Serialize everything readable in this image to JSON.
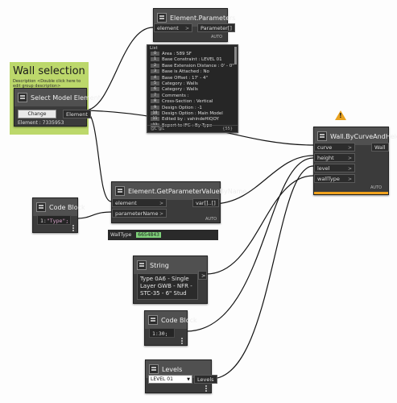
{
  "group": {
    "title": "Wall selection",
    "description": "Description <Double click here to edit group description>"
  },
  "nodes": {
    "select_model_element": {
      "title": "Select Model Element",
      "change_button": "Change",
      "output": "Element",
      "selection": "Element : 7335953"
    },
    "element_parameters": {
      "title": "Element.Parameters",
      "input": "element",
      "output": "Parameter[]",
      "lacing": "AUTO",
      "preview": {
        "header": "List",
        "items": [
          {
            "index": "0",
            "text": "Area : 589 SF"
          },
          {
            "index": "1",
            "text": "Base Constraint : LEVEL 01"
          },
          {
            "index": "2",
            "text": "Base Extension Distance : 0' - 0\""
          },
          {
            "index": "3",
            "text": "Base is Attached : No"
          },
          {
            "index": "4",
            "text": "Base Offset : 17' - 4\""
          },
          {
            "index": "5",
            "text": "Category : Walls"
          },
          {
            "index": "6",
            "text": "Category : Walls"
          },
          {
            "index": "7",
            "text": "Comments :"
          },
          {
            "index": "8",
            "text": "Cross-Section : Vertical"
          },
          {
            "index": "9",
            "text": "Design Option : -1"
          },
          {
            "index": "10",
            "text": "Design Option : Main Model"
          },
          {
            "index": "11",
            "text": "Edited by : vahindeHIQOY"
          },
          {
            "index": "12",
            "text": "Export to IFC : By Type"
          }
        ],
        "footer_left": "@L @L",
        "footer_count": "{55}"
      }
    },
    "get_param_by_name": {
      "title": "Element.GetParameterValueByName",
      "inputs": [
        "element",
        "parameterName"
      ],
      "output": "var[]..[]",
      "lacing": "AUTO",
      "watch_label": "WallType",
      "watch_value": "6654843"
    },
    "code_block_1": {
      "title": "Code Block",
      "code_line": "1",
      "code": "\"Type\";"
    },
    "string_node": {
      "title": "String",
      "value": "Type 0A6 - Single Layer GWB - NFR - STC-35 - 6\" Stud"
    },
    "code_block_2": {
      "title": "Code Block",
      "code_line": "1",
      "code": "30;"
    },
    "levels": {
      "title": "Levels",
      "selected": "LEVEL 01",
      "output": "Levels"
    },
    "wall_by_curve": {
      "title": "Wall.ByCurveAndHeight",
      "inputs": [
        "curve",
        "height",
        "level",
        "wallType"
      ],
      "output": "Wall",
      "lacing": "AUTO",
      "warning_glyph": "!"
    }
  },
  "colors": {
    "canvas": "#fdfdfd",
    "node_body": "#3b3b3b",
    "node_header": "#505050",
    "group": "#bcd86b",
    "warning": "#e9a21f",
    "watch_value": "#7fd17a",
    "wire": "#141414"
  }
}
